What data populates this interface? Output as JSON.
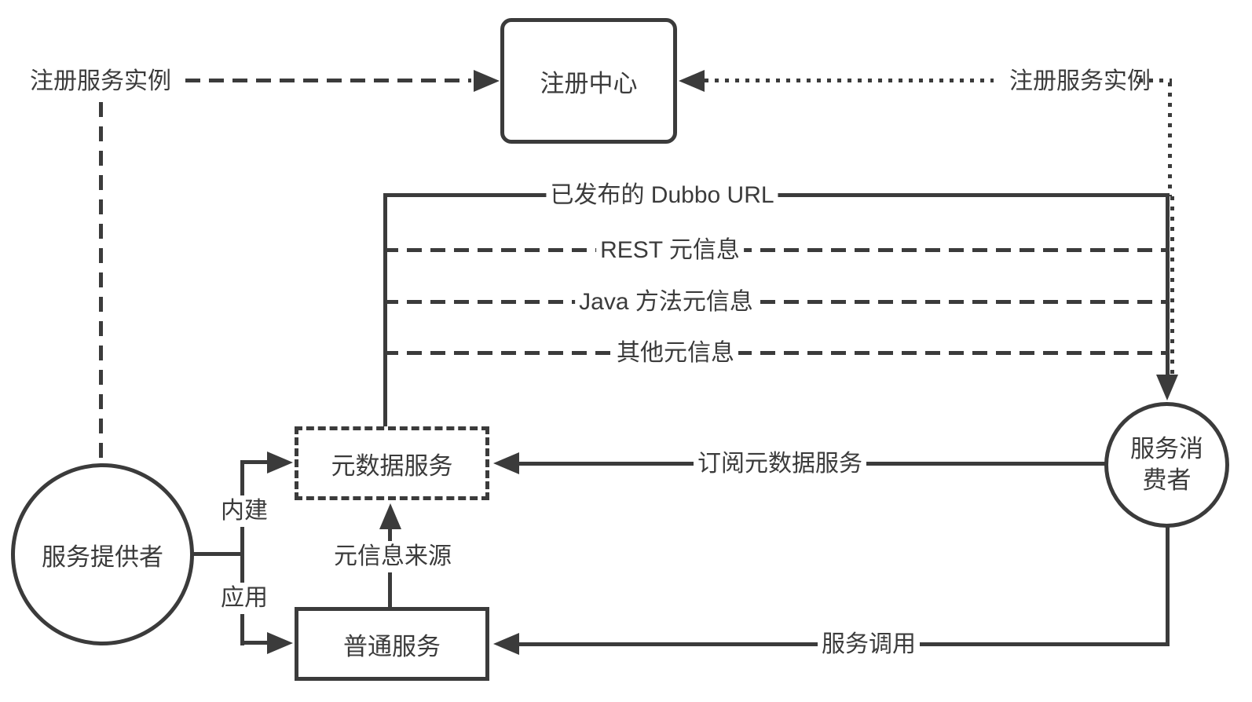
{
  "colors": {
    "line": "#3b3b3b",
    "background": "#ffffff"
  },
  "nodes": {
    "registry": {
      "label": "注册中心",
      "shape": "rounded-rect"
    },
    "provider": {
      "label": "服务提供者",
      "shape": "circle"
    },
    "consumer": {
      "label": "服务消费者",
      "shape": "circle"
    },
    "metadata_service": {
      "label": "元数据服务",
      "shape": "dashed-rect"
    },
    "normal_service": {
      "label": "普通服务",
      "shape": "rect"
    }
  },
  "edges": {
    "provider_register": {
      "label": "注册服务实例",
      "style": "dashed",
      "from": "provider",
      "to": "registry"
    },
    "consumer_register": {
      "label": "注册服务实例",
      "style": "dotted",
      "from": "consumer",
      "to": "registry"
    },
    "dubbo_url": {
      "label": "已发布的 Dubbo URL",
      "style": "solid",
      "from": "metadata_service",
      "to": "consumer"
    },
    "rest_meta": {
      "label": "REST 元信息",
      "style": "dashed",
      "from": "metadata_service",
      "to": "consumer"
    },
    "java_meta": {
      "label": "Java 方法元信息",
      "style": "dashed",
      "from": "metadata_service",
      "to": "consumer"
    },
    "other_meta": {
      "label": "其他元信息",
      "style": "dashed",
      "from": "metadata_service",
      "to": "consumer"
    },
    "subscribe": {
      "label": "订阅元数据服务",
      "style": "solid",
      "from": "consumer",
      "to": "metadata_service"
    },
    "invoke": {
      "label": "服务调用",
      "style": "solid",
      "from": "consumer",
      "to": "normal_service"
    },
    "builtin": {
      "label": "内建",
      "style": "solid",
      "from": "provider",
      "to": "metadata_service"
    },
    "application": {
      "label": "应用",
      "style": "solid",
      "from": "provider",
      "to": "normal_service"
    },
    "meta_source": {
      "label": "元信息来源",
      "style": "solid",
      "from": "normal_service",
      "to": "metadata_service"
    }
  }
}
